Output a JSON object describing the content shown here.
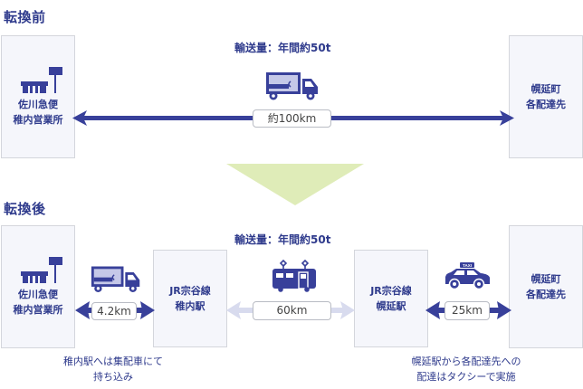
{
  "colors": {
    "primary": "#38409a",
    "light_arrow": "#d8dbee",
    "box_bg": "#f5f6fb",
    "box_border": "#d4d6dc",
    "down_arrow": "#dfecb8"
  },
  "before": {
    "heading": "転換前",
    "volume": "輸送量：年間約50t",
    "origin": {
      "line1": "佐川急便",
      "line2": "稚内営業所",
      "icon": "sales-office-icon"
    },
    "destination": {
      "line1": "幌延町",
      "line2": "各配達先"
    },
    "vehicle_icon": "truck-icon",
    "distance": "約100km"
  },
  "after": {
    "heading": "転換後",
    "volume": "輸送量：年間約50t",
    "origin": {
      "line1": "佐川急便",
      "line2": "稚内営業所",
      "icon": "sales-office-icon"
    },
    "station_a": {
      "line1": "JR宗谷線",
      "line2": "稚内駅"
    },
    "station_b": {
      "line1": "JR宗谷線",
      "line2": "幌延駅"
    },
    "destination": {
      "line1": "幌延町",
      "line2": "各配達先"
    },
    "legs": [
      {
        "vehicle_icon": "truck-icon",
        "distance": "4.2km"
      },
      {
        "vehicle_icon": "train-icon",
        "distance": "60km"
      },
      {
        "vehicle_icon": "taxi-icon",
        "distance": "25km",
        "taxi_sign": "TAXI"
      }
    ],
    "note_left": {
      "line1": "稚内駅へは集配車にて",
      "line2": "持ち込み"
    },
    "note_right": {
      "line1": "幌延駅から各配達先への",
      "line2": "配達はタクシーで実施"
    }
  }
}
